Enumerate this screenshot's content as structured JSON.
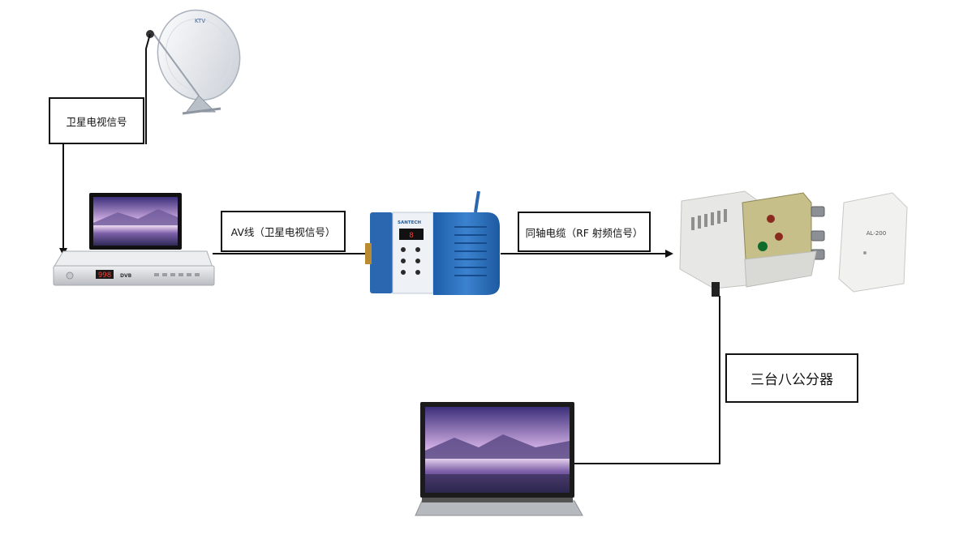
{
  "labels": {
    "satellite_signal": "卫星电视信号",
    "av_cable": "AV线（卫星电视信号）",
    "coax_cable": "同轴电缆（RF 射频信号）",
    "splitter": "三台八公分器"
  },
  "devices": {
    "receiver_display": "998",
    "receiver_logo": "DVB",
    "splitter_model": "AL-200",
    "modulator_brand": "SANTECH"
  },
  "colors": {
    "line": "#111111",
    "modulator_blue": "#2f6fb7",
    "screen_purple": "#a58ac4",
    "receiver_silver": "#d7d9dc",
    "amplifier_gray": "#e3e3e1"
  }
}
